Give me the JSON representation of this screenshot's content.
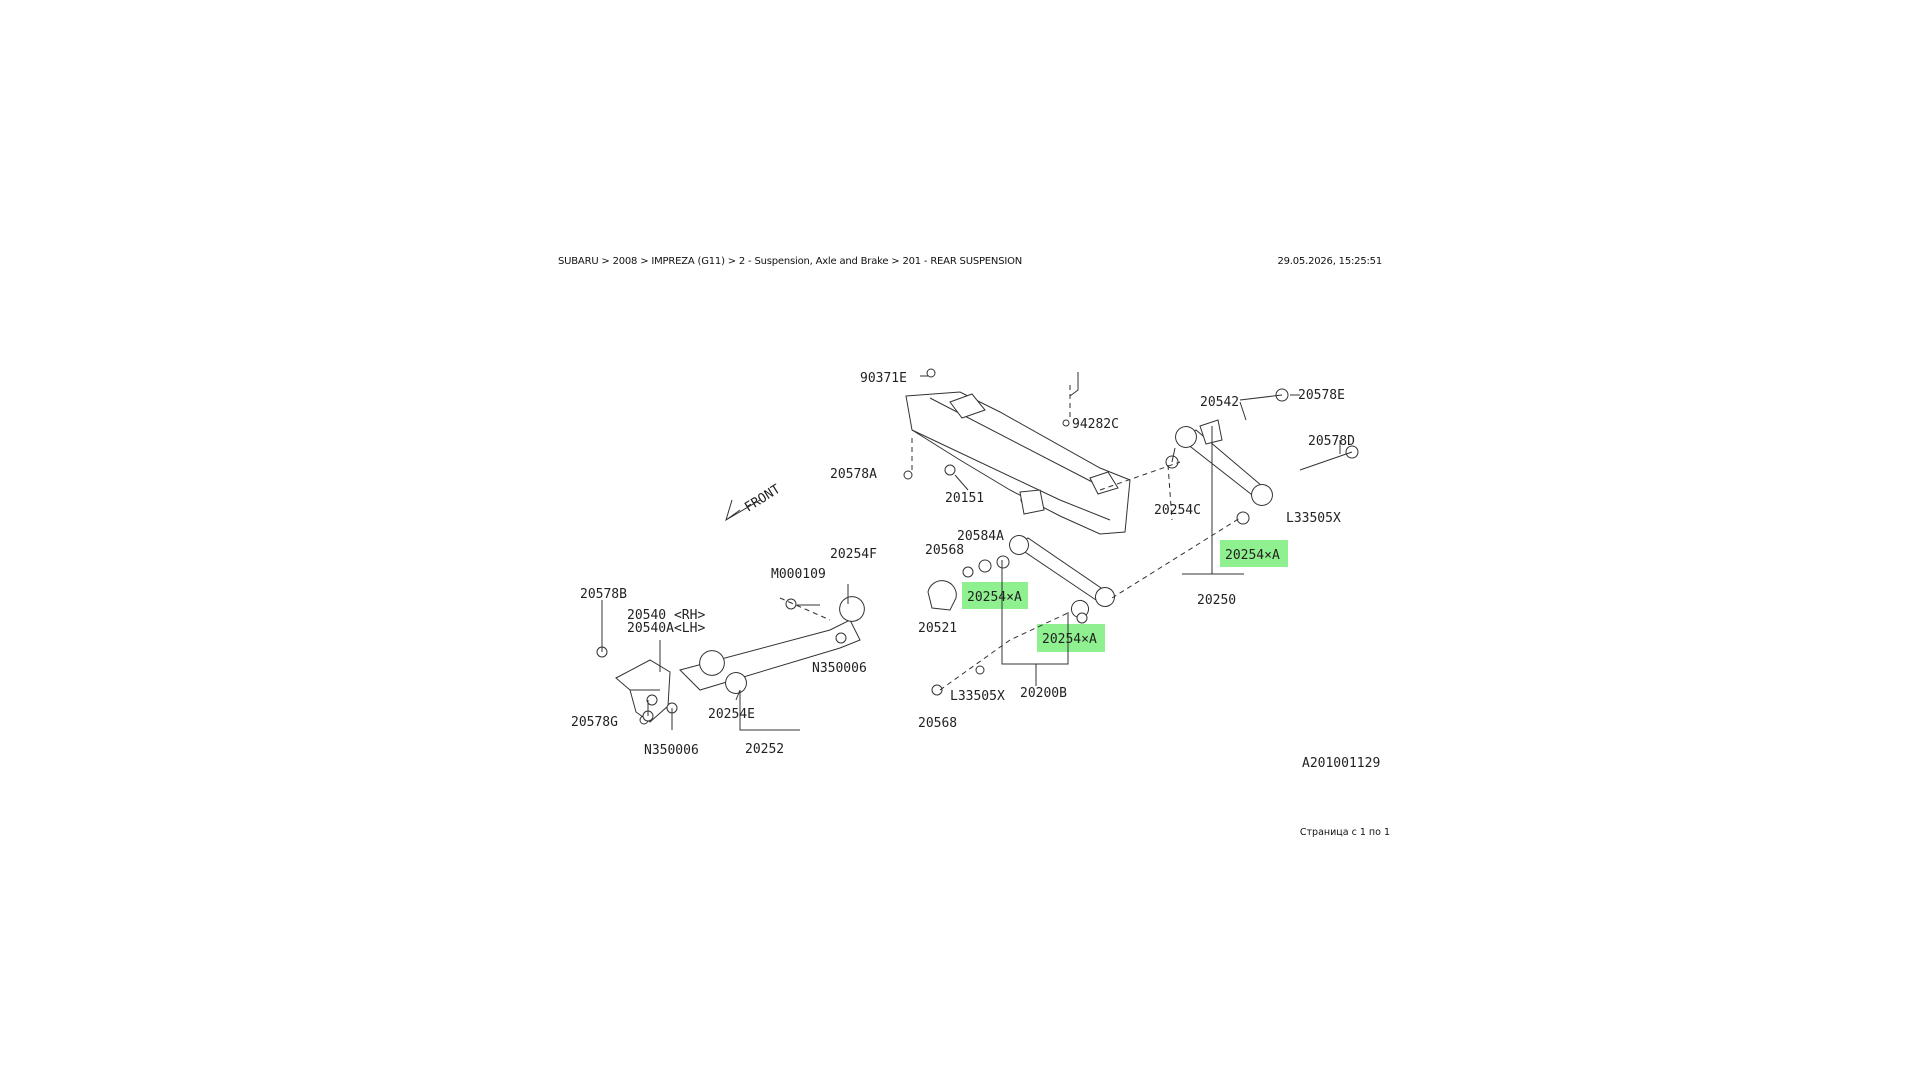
{
  "header": {
    "breadcrumb": "SUBARU > 2008 > IMPREZA (G11) > 2 - Suspension, Axle and Brake > 201 - REAR SUSPENSION",
    "datetime": "29.05.2026, 15:25:51"
  },
  "footer": {
    "page_info": "Страница с 1 по 1"
  },
  "diagram": {
    "figure_code": "A201001129",
    "direction_label": "FRONT",
    "highlight_color": "#8ff08f",
    "labels": {
      "p90371E": "90371E",
      "p94282C": "94282C",
      "p20578A": "20578A",
      "p20151": "20151",
      "p20542": "20542",
      "p20578E": "20578E",
      "p20578D": "20578D",
      "p20254C": "20254C",
      "pL33505X_r": "L33505X",
      "p20254A_1": "20254×A",
      "p20250": "20250",
      "p20254F": "20254F",
      "pM000109": "M000109",
      "p20568_top": "20568",
      "p20584A": "20584A",
      "p20254A_2": "20254×A",
      "p20521": "20521",
      "p20254A_3": "20254×A",
      "p20578B": "20578B",
      "p20540": "20540 <RH>",
      "p20540A": "20540A<LH>",
      "pN350006_1": "N350006",
      "p20254E": "20254E",
      "p20578G": "20578G",
      "pN350006_2": "N350006",
      "p20252": "20252",
      "pL33505X_b": "L33505X",
      "p20200B": "20200B",
      "p20568_bot": "20568"
    }
  }
}
